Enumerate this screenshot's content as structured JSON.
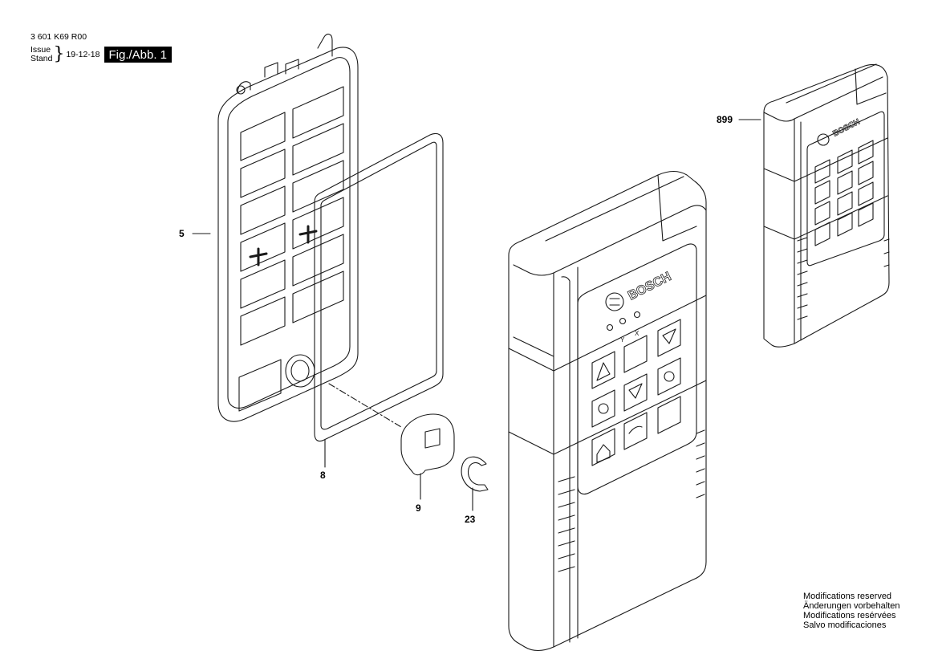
{
  "header": {
    "part_number": "3 601 K69 R00",
    "issue_label": "Issue",
    "stand_label": "Stand",
    "brace": "}",
    "date": "19-12-18",
    "figure_label": "Fig./Abb. 1"
  },
  "callouts": {
    "c5": "5",
    "c8": "8",
    "c9": "9",
    "c23": "23",
    "c899": "899"
  },
  "device": {
    "brand": "BOSCH",
    "indicator_y": "Y",
    "indicator_x": "X"
  },
  "modifications": [
    "Modifications reserved",
    "Änderungen vorbehalten",
    "Modifications resérvées",
    "Salvo modificaciones"
  ]
}
